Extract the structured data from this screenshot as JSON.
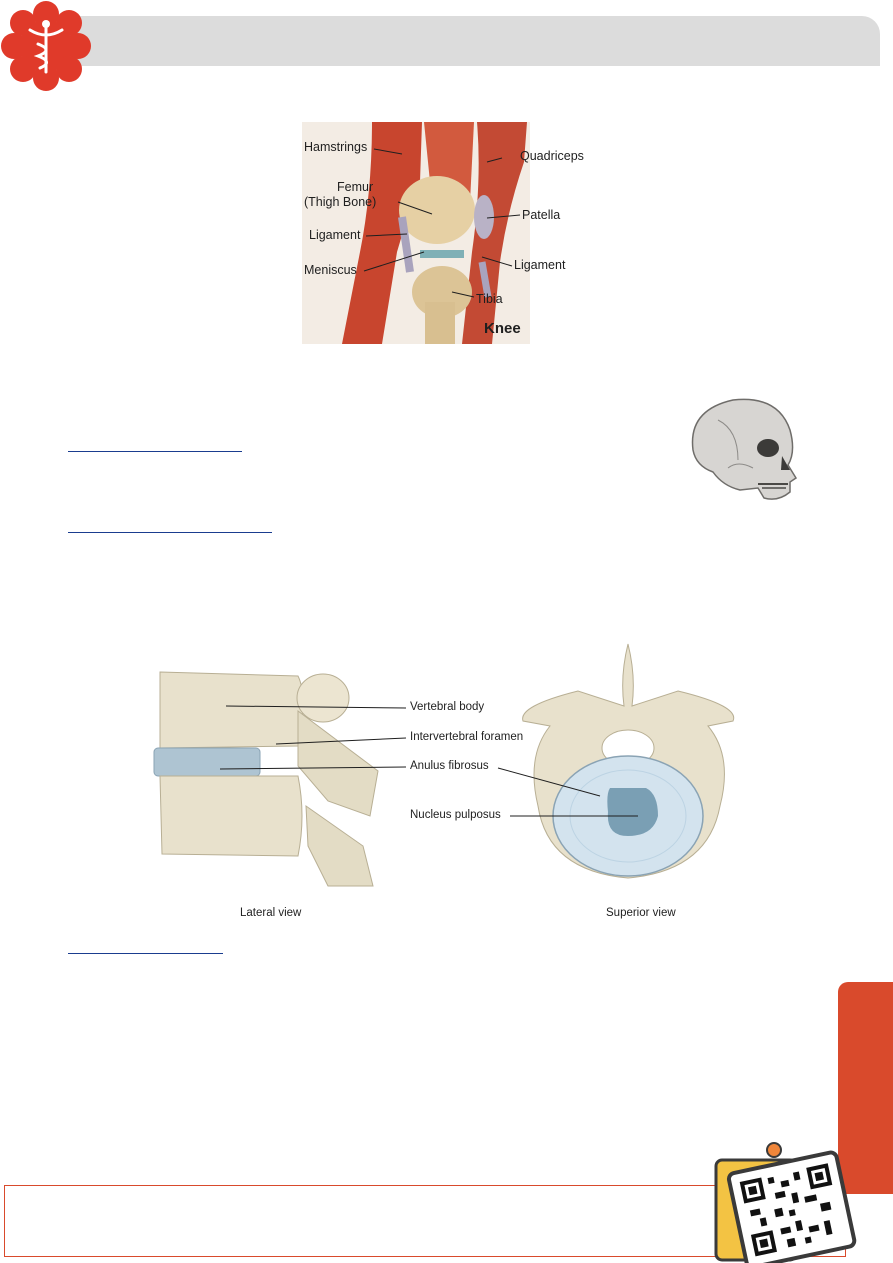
{
  "header": {
    "logo_icon": "caduceus-flower-logo-icon",
    "accent_color": "#e03a2a"
  },
  "knee_figure": {
    "title": "Knee",
    "labels": {
      "hamstrings": "Hamstrings",
      "quadriceps": "Quadriceps",
      "femur": "Femur",
      "femur_sub": "(Thigh Bone)",
      "patella": "Patella",
      "ligament_left": "Ligament",
      "ligament_right": "Ligament",
      "meniscus": "Meniscus",
      "tibia": "Tibia"
    }
  },
  "skull_figure": {
    "icon": "skull-illustration"
  },
  "spine_figure": {
    "labels": {
      "vertebral_body": "Vertebral body",
      "intervertebral_foramen": "Intervertebral foramen",
      "anulus_fibrosus": "Anulus fibrosus",
      "nucleus_pulposus": "Nucleus pulposus"
    },
    "captions": {
      "lateral": "Lateral view",
      "superior": "Superior view"
    }
  },
  "side_tab": {
    "color": "#d94a2c"
  },
  "footer": {
    "qr_icon": "qr-code-icon",
    "border_color": "#d94a2c"
  }
}
